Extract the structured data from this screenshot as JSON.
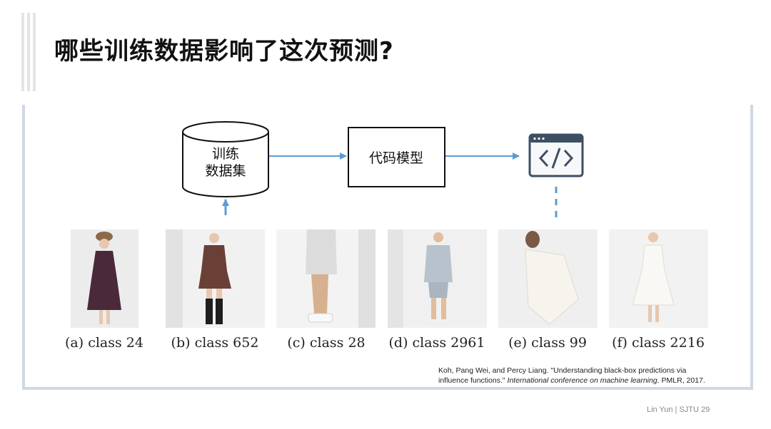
{
  "slide": {
    "title": "哪些训练数据影响了这次预测?",
    "footer": "Lin Yun | SJTU 29"
  },
  "diagram": {
    "dataset_label_line1": "训练",
    "dataset_label_line2": "数据集",
    "model_label": "代码模型",
    "code_icon": "code-window-icon"
  },
  "examples": [
    {
      "caption": "(a) class 24"
    },
    {
      "caption": "(b) class 652"
    },
    {
      "caption": "(c) class 28"
    },
    {
      "caption": "(d) class 2961"
    },
    {
      "caption": "(e) class 99"
    },
    {
      "caption": "(f) class 2216"
    }
  ],
  "reference": {
    "line1": "Koh, Pang Wei, and Percy Liang. \"Understanding black-box predictions via",
    "line2_prefix": "influence functions.\" ",
    "line2_italic": "International conference on machine learning",
    "line2_suffix": ". PMLR, 2017."
  },
  "colors": {
    "arrow": "#5b9bd5",
    "panel_border": "#cfd8e4",
    "icon_frame": "#3d4f63"
  }
}
